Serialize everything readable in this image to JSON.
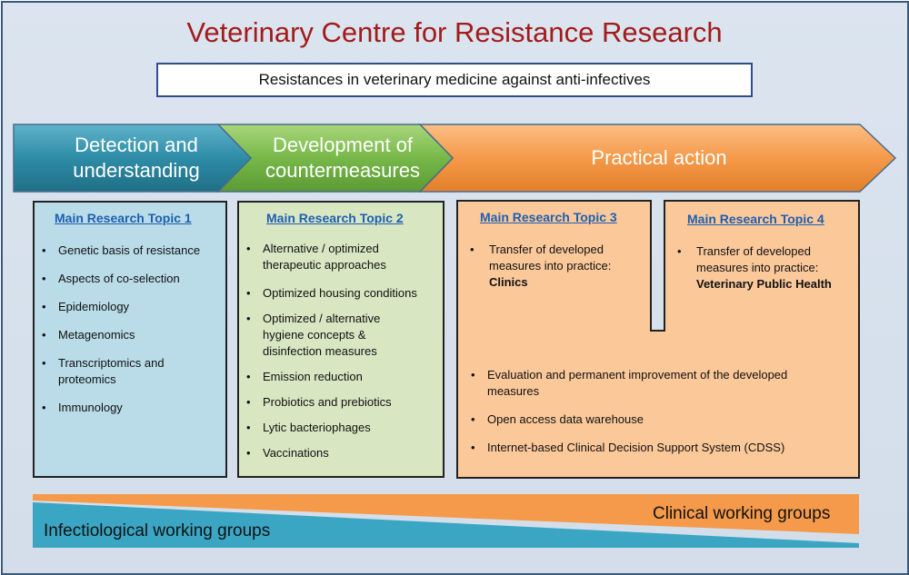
{
  "title": "Veterinary Centre for Resistance Research",
  "subtitle": "Resistances in veterinary medicine against anti-infectives",
  "phases": [
    {
      "label_line1": "Detection and",
      "label_line2": "understanding",
      "color": "#2e8ca6"
    },
    {
      "label_line1": "Development of",
      "label_line2": "countermeasures",
      "color": "#77b849"
    },
    {
      "label": "Practical action",
      "color": "#f59a4a"
    }
  ],
  "topics": [
    {
      "heading": "Main Research Topic 1",
      "items": [
        "Genetic basis of resistance",
        "Aspects of co-selection",
        "Epidemiology",
        "Metagenomics",
        "Transcriptomics and proteomics",
        "Immunology"
      ]
    },
    {
      "heading": "Main Research Topic 2",
      "items": [
        "Alternative / optimized therapeutic approaches",
        "Optimized housing conditions",
        "Optimized / alternative hygiene concepts & disinfection measures",
        "Emission reduction",
        "Probiotics and prebiotics",
        "Lytic bacteriophages",
        "Vaccinations"
      ]
    },
    {
      "heading": "Main Research Topic 3",
      "text": "Transfer of developed measures into practice:",
      "emphasis": "Clinics"
    },
    {
      "heading": "Main Research Topic 4",
      "text": "Transfer of developed measures into practice:",
      "emphasis": "Veterinary Public Health"
    }
  ],
  "shared_items": [
    "Evaluation and permanent improvement of the developed measures",
    "Open access data warehouse",
    "Internet-based Clinical Decision Support System (CDSS)"
  ],
  "working_groups": {
    "left": "Infectiological working groups",
    "right": "Clinical working groups",
    "left_color": "#3aa6c4",
    "right_color": "#f59a4a"
  },
  "colors": {
    "title": "#a31b1b",
    "topic1_bg": "#b9dce8",
    "topic2_bg": "#d8e6c2",
    "topic34_bg": "#fbc89a",
    "heading_link": "#1f5fb0"
  }
}
